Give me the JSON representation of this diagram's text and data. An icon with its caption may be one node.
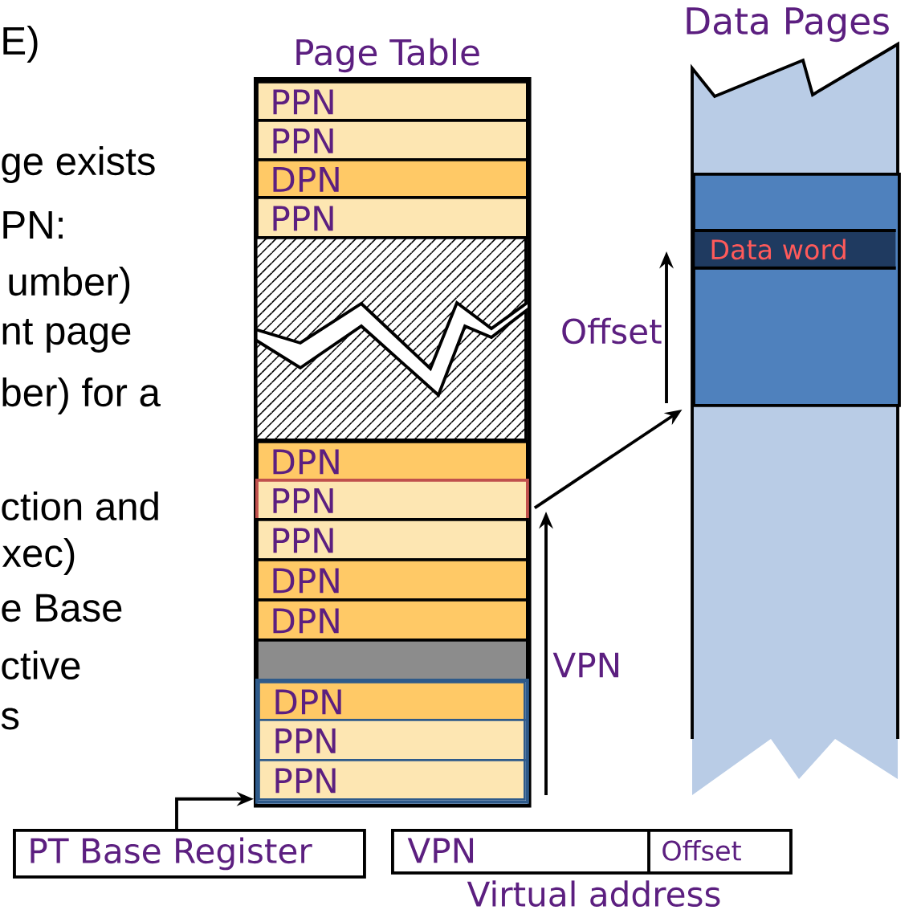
{
  "diagram": {
    "nodes": [
      {
        "text": [
          "Page Table"
        ]
      },
      {
        "text": [
          "PPN"
        ],
        "in": 0
      },
      {
        "text": [
          "PPN"
        ],
        "in": 0
      },
      {
        "text": [
          "DPN"
        ],
        "in": 0
      },
      {
        "text": [
          "PPN"
        ],
        "in": 0
      },
      {
        "text": [
          "DPN"
        ],
        "in": 0
      },
      {
        "text": [
          "PPN"
        ],
        "in": 0
      },
      {
        "text": [
          "PPN"
        ],
        "in": 0
      },
      {
        "text": [
          "DPN"
        ],
        "in": 0
      },
      {
        "text": [
          "DPN"
        ],
        "in": 0
      },
      {
        "text": [],
        "shape": "box",
        "in": 0
      },
      {
        "text": [],
        "shape": "box",
        "in": 0
      },
      {
        "text": [
          "DPN"
        ],
        "in": 11
      },
      {
        "text": [
          "PPN"
        ],
        "in": 11
      },
      {
        "text": [
          "PPN"
        ],
        "in": 11
      },
      {
        "text": [
          "Data Pages"
        ]
      },
      {
        "text": [],
        "shape": "box",
        "in": 15
      },
      {
        "text": [
          "Data word"
        ],
        "in": 16
      },
      {
        "text": [
          "PT Base Register"
        ]
      },
      {
        "text": [
          "Virtual address"
        ]
      },
      {
        "text": [
          "VPN"
        ],
        "in": 19
      },
      {
        "text": [
          "Offset"
        ],
        "in": 19
      }
    ],
    "edges": [
      {
        "from": 18,
        "to": 14,
        "arrow": "to"
      },
      {
        "from": 6,
        "to": 16,
        "arrow": "to"
      }
    ],
    "labels": [
      "E)",
      "ge exists",
      "PN:",
      "umber)",
      "nt page",
      "ber) for a",
      "ction and",
      "xec)",
      "e Base",
      "ctive",
      "s",
      "Offset",
      "VPN"
    ]
  }
}
